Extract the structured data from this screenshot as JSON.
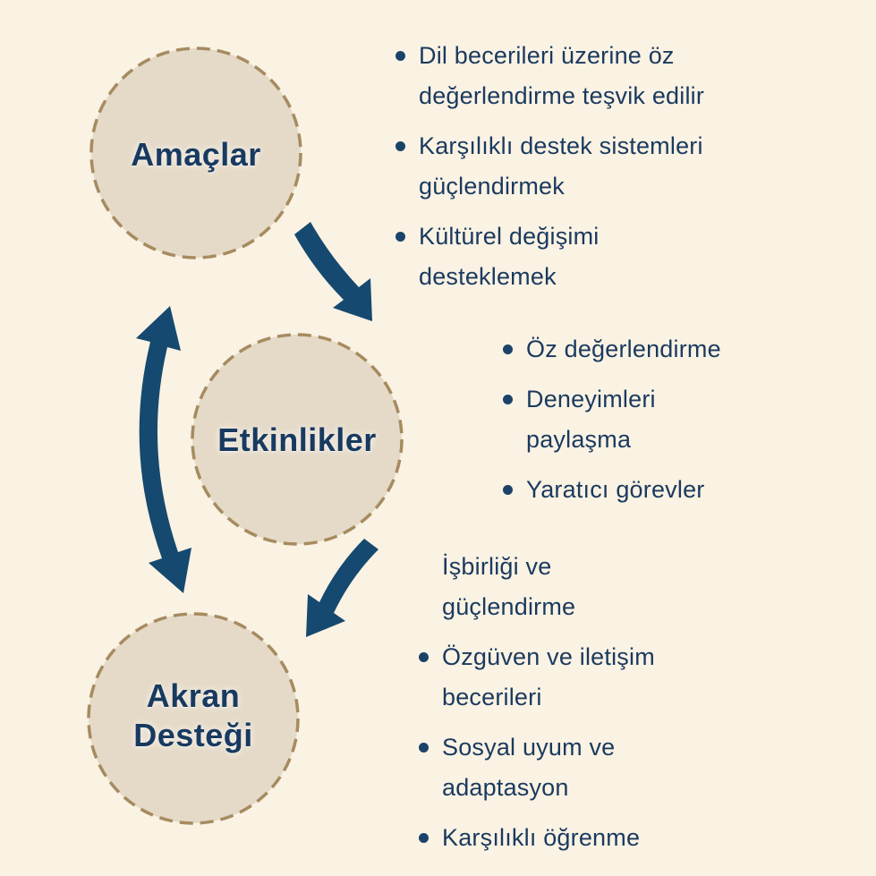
{
  "colors": {
    "background": "#faf2e3",
    "circle_fill": "#e5dac8",
    "circle_border": "#a68b60",
    "text_navy": "#1a3a5f",
    "arrow_navy": "#15496f"
  },
  "diagram": {
    "nodes": [
      {
        "id": "amaclar",
        "label": "Amaçlar"
      },
      {
        "id": "etkinlikler",
        "label": "Etkinlikler"
      },
      {
        "id": "akran-destegi",
        "label": "Akran\nDesteği"
      }
    ],
    "arrows": [
      {
        "from": "amaclar",
        "to": "etkinlikler"
      },
      {
        "from": "etkinlikler",
        "to": "akran-destegi"
      },
      {
        "from": "akran-destegi",
        "to": "amaclar",
        "double_headed": true
      }
    ],
    "lists": [
      {
        "for_node": "amaclar",
        "items": [
          {
            "bullet": true,
            "text": "Dil becerileri üzerine öz\ndeğerlendirme teşvik edilir"
          },
          {
            "bullet": true,
            "text": "Karşılıklı destek sistemleri\ngüçlendirmek"
          },
          {
            "bullet": true,
            "text": "Kültürel değişimi\ndesteklemek"
          }
        ]
      },
      {
        "for_node": "etkinlikler",
        "items": [
          {
            "bullet": true,
            "text": "Öz değerlendirme"
          },
          {
            "bullet": true,
            "text": "Deneyimleri\npaylaşma"
          },
          {
            "bullet": true,
            "text": "Yaratıcı görevler"
          }
        ]
      },
      {
        "for_node": "akran-destegi",
        "items": [
          {
            "bullet": false,
            "text": "İşbirliği ve\ngüçlendirme"
          },
          {
            "bullet": true,
            "text": "Özgüven ve iletişim\nbecerileri"
          },
          {
            "bullet": true,
            "text": "Sosyal uyum ve\nadaptasyon"
          },
          {
            "bullet": true,
            "text": "Karşılıklı öğrenme"
          }
        ]
      }
    ]
  }
}
